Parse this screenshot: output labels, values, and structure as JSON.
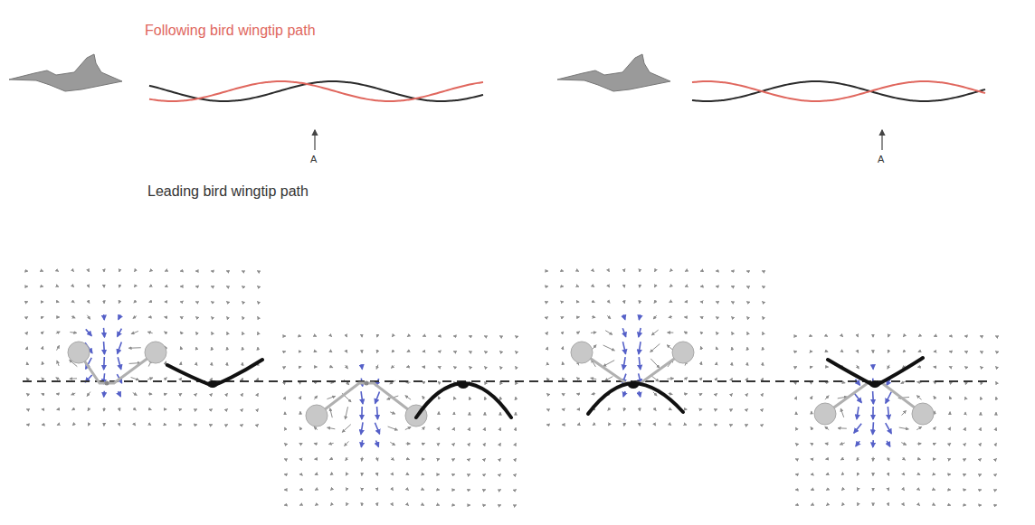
{
  "diagram": {
    "labels": [
      "Following bird wingtip path",
      "Leading bird wingtip path",
      "A",
      "A"
    ]
  }
}
